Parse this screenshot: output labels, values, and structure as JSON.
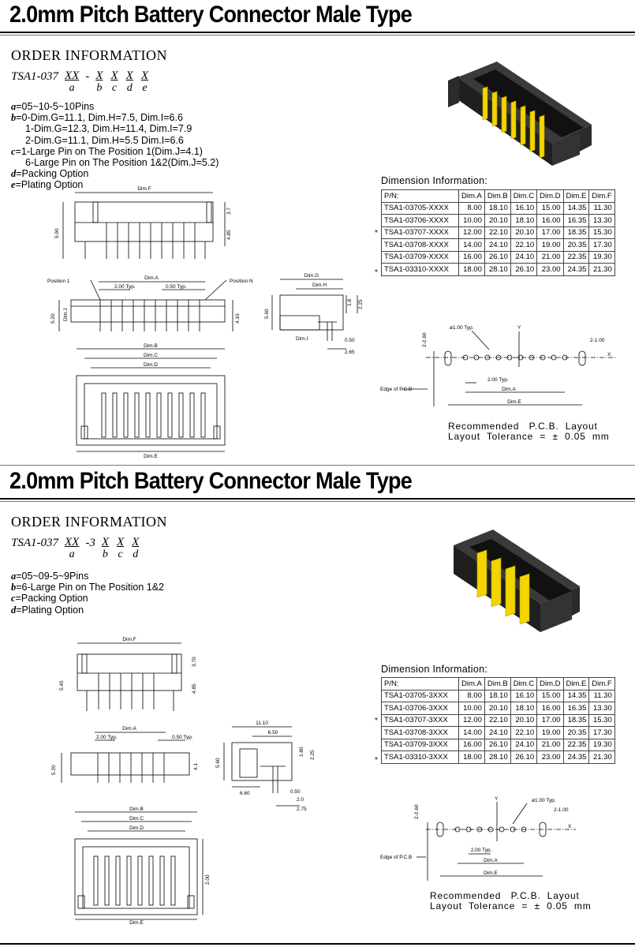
{
  "sections": [
    {
      "title": "2.0mm Pitch Battery Connector Male Type",
      "order_heading": "ORDER INFORMATION",
      "part_code": "TSA1-037",
      "part_prefix_sep": "-",
      "slots": [
        {
          "value": "XX",
          "key": "a"
        },
        {
          "value": "X",
          "key": "b"
        },
        {
          "value": "X",
          "key": "c"
        },
        {
          "value": "X",
          "key": "d"
        },
        {
          "value": "X",
          "key": "e"
        }
      ],
      "options": [
        {
          "key": "a",
          "text": "=05~10-5~10Pins"
        },
        {
          "key": "b",
          "text": "=0-Dim.G=11.1,  Dim.H=7.5,  Dim.I=6.6"
        },
        {
          "key": "",
          "text": "1-Dim.G=12.3,  Dim.H=11.4,  Dim.I=7.9"
        },
        {
          "key": "",
          "text": "2-Dim.G=11.1,  Dim.H=5.5   Dim.I=6.6"
        },
        {
          "key": "c",
          "text": "=1-Large Pin on The Position 1(Dim.J=4.1)"
        },
        {
          "key": "",
          "text": "6-Large Pin on The Position 1&2(Dim.J=5.2)"
        },
        {
          "key": "d",
          "text": "=Packing  Option"
        },
        {
          "key": "e",
          "text": "=Plating  Option"
        }
      ],
      "dimension_title": "Dimension  Information:",
      "table_header": [
        "P/N:",
        "Dim.A",
        "Dim.B",
        "Dim.C",
        "Dim.D",
        "Dim.E",
        "Dim.F"
      ],
      "table_rows": [
        {
          "star": "",
          "cells": [
            "TSA1-03705-XXXX",
            "8.00",
            "18.10",
            "16.10",
            "15.00",
            "14.35",
            "11.30"
          ]
        },
        {
          "star": "",
          "cells": [
            "TSA1-03706-XXXX",
            "10.00",
            "20.10",
            "18.10",
            "16.00",
            "16.35",
            "13.30"
          ]
        },
        {
          "star": "*",
          "cells": [
            "TSA1-03707-XXXX",
            "12.00",
            "22.10",
            "20.10",
            "17.00",
            "18.35",
            "15.30"
          ]
        },
        {
          "star": "",
          "cells": [
            "TSA1-03708-XXXX",
            "14.00",
            "24.10",
            "22.10",
            "19.00",
            "20.35",
            "17.30"
          ]
        },
        {
          "star": "",
          "cells": [
            "TSA1-03709-XXXX",
            "16.00",
            "26.10",
            "24.10",
            "21.00",
            "22.35",
            "19.30"
          ]
        },
        {
          "star": "*",
          "cells": [
            "TSA1-03310-XXXX",
            "18.00",
            "28.10",
            "26.10",
            "23.00",
            "24.35",
            "21.30"
          ]
        }
      ],
      "pcb_note": "Recommended   P.C.B.  Layout\nLayout  Tolerance  =  ±  0.05  mm",
      "labels": {
        "dim_f": "Dim.F",
        "dim_a": "Dim.A",
        "dim_b": "Dim.B",
        "dim_c": "Dim.C",
        "dim_d": "Dim.D",
        "dim_e": "Dim.E",
        "dim_g": "Dim.G",
        "dim_h": "Dim.H",
        "dim_i": "Dim.I",
        "dim_j": "Dim.J",
        "typ200": "2.00 Typ.",
        "typ050": "0.50 Typ.",
        "pos1": "Position 1",
        "posn": "Position N",
        "v37": "3.7",
        "v590": "5.90",
        "v485": "4.85",
        "v520": "5.20",
        "v410": "4.10",
        "v18": "1.8",
        "v225": "2.25",
        "v560": "5.60",
        "v050": "0.50",
        "v265": "2.65",
        "hole": "ø1.00 Typ.",
        "v2260": "2-2.60",
        "v2100": "2-1.00",
        "x": "X",
        "y": "Y",
        "edge": "Edge of P.C.B"
      }
    },
    {
      "title": "2.0mm Pitch Battery Connector Male Type",
      "order_heading": "ORDER INFORMATION",
      "part_code": "TSA1-037",
      "part_prefix_sep": "-3",
      "slots": [
        {
          "value": "XX",
          "key": "a"
        },
        {
          "value": "X",
          "key": "b"
        },
        {
          "value": "X",
          "key": "c"
        },
        {
          "value": "X",
          "key": "d"
        }
      ],
      "options": [
        {
          "key": "a",
          "text": "=05~09-5~9Pins"
        },
        {
          "key": "b",
          "text": "=6-Large  Pin  on  The  Position  1&2"
        },
        {
          "key": "c",
          "text": "=Packing  Option"
        },
        {
          "key": "d",
          "text": "=Plating  Option"
        }
      ],
      "dimension_title": "Dimension  Information:",
      "table_header": [
        "P/N:",
        "Dim.A",
        "Dim.B",
        "Dim.C",
        "Dim.D",
        "Dim.E",
        "Dim.F"
      ],
      "table_rows": [
        {
          "star": "",
          "cells": [
            "TSA1-03705-3XXX",
            "8.00",
            "18.10",
            "16.10",
            "15.00",
            "14.35",
            "11.30"
          ]
        },
        {
          "star": "",
          "cells": [
            "TSA1-03706-3XXX",
            "10.00",
            "20.10",
            "18.10",
            "16.00",
            "16.35",
            "13.30"
          ]
        },
        {
          "star": "*",
          "cells": [
            "TSA1-03707-3XXX",
            "12.00",
            "22.10",
            "20.10",
            "17.00",
            "18.35",
            "15.30"
          ]
        },
        {
          "star": "",
          "cells": [
            "TSA1-03708-3XXX",
            "14.00",
            "24.10",
            "22.10",
            "19.00",
            "20.35",
            "17.30"
          ]
        },
        {
          "star": "",
          "cells": [
            "TSA1-03709-3XXX",
            "16.00",
            "26.10",
            "24.10",
            "21.00",
            "22.35",
            "19.30"
          ]
        },
        {
          "star": "*",
          "cells": [
            "TSA1-03310-3XXX",
            "18.00",
            "28.10",
            "26.10",
            "23.00",
            "24.35",
            "21.30"
          ]
        }
      ],
      "pcb_note": "Recommended   P.C.B.  Layout\nLayout  Tolerance  =  ±  0.05  mm",
      "labels": {
        "dim_f": "Dim.F",
        "dim_a": "Dim.A",
        "dim_b": "Dim.B",
        "dim_c": "Dim.C",
        "dim_d": "Dim.D",
        "dim_e": "Dim.E",
        "typ200": "2.00 Typ.",
        "typ050": "0.50 Typ.",
        "v370": "3.70",
        "v545": "5.45",
        "v485": "4.85",
        "v520": "5.20",
        "v41": "4.1",
        "v1110": "11.10",
        "v650": "6.50",
        "v180": "1.80",
        "v225": "2.25",
        "v560": "5.60",
        "v660": "6.60",
        "v050": "0.50",
        "v20": "2.0",
        "v275": "2.75",
        "v200": "2.00",
        "hole": "ø1.00 Typ.",
        "v2260": "2-2.60",
        "v2100": "2-1.00",
        "x": "X",
        "y": "Y",
        "edge": "Edge of P.C.B"
      }
    }
  ],
  "colors": {
    "housing": "#2b2b2b",
    "pins": "#f2d500",
    "line": "#000000"
  }
}
